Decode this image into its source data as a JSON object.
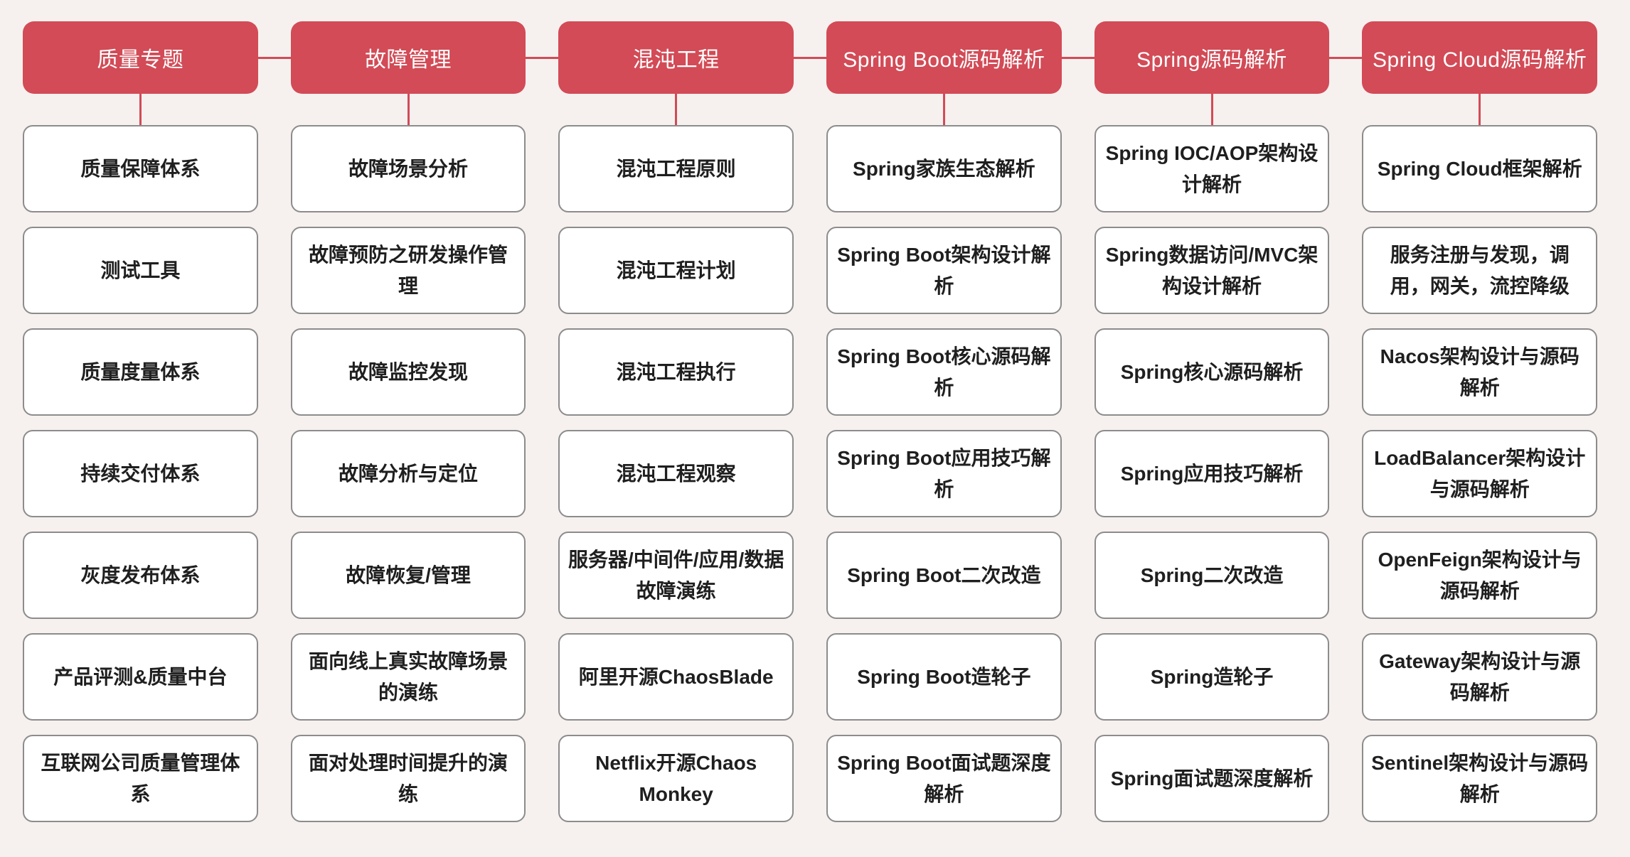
{
  "page": {
    "background_color": "#F6F1EF"
  },
  "colors": {
    "accent": "#D24B56",
    "header_text": "#FFFFFF",
    "box_background": "#FFFFFF",
    "box_border": "#8C8C8C",
    "box_text": "#1F1F1F"
  },
  "columns": [
    {
      "header": "质量专题",
      "items": [
        "质量保障体系",
        "测试工具",
        "质量度量体系",
        "持续交付体系",
        "灰度发布体系",
        "产品评测&质量中台",
        "互联网公司质量管理体系"
      ]
    },
    {
      "header": "故障管理",
      "items": [
        "故障场景分析",
        "故障预防之研发操作管理",
        "故障监控发现",
        "故障分析与定位",
        "故障恢复/管理",
        "面向线上真实故障场景的演练",
        "面对处理时间提升的演练"
      ]
    },
    {
      "header": "混沌工程",
      "items": [
        "混沌工程原则",
        "混沌工程计划",
        "混沌工程执行",
        "混沌工程观察",
        "服务器/中间件/应用/数据故障演练",
        "阿里开源ChaosBlade",
        "Netflix开源Chaos Monkey"
      ]
    },
    {
      "header": "Spring Boot源码解析",
      "items": [
        "Spring家族生态解析",
        "Spring Boot架构设计解析",
        "Spring Boot核心源码解析",
        "Spring Boot应用技巧解析",
        "Spring Boot二次改造",
        "Spring Boot造轮子",
        "Spring Boot面试题深度解析"
      ]
    },
    {
      "header": "Spring源码解析",
      "items": [
        "Spring IOC/AOP架构设计解析",
        "Spring数据访问/MVC架构设计解析",
        "Spring核心源码解析",
        "Spring应用技巧解析",
        "Spring二次改造",
        "Spring造轮子",
        "Spring面试题深度解析"
      ]
    },
    {
      "header": "Spring Cloud源码解析",
      "items": [
        "Spring Cloud框架解析",
        "服务注册与发现，调用，网关，流控降级",
        "Nacos架构设计与源码解析",
        "LoadBalancer架构设计与源码解析",
        "OpenFeign架构设计与源码解析",
        "Gateway架构设计与源码解析",
        "Sentinel架构设计与源码解析"
      ]
    }
  ]
}
